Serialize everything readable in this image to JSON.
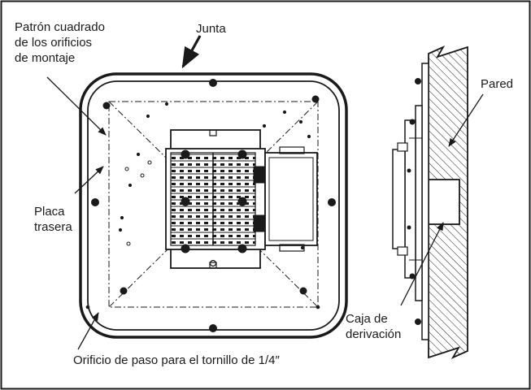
{
  "labels": {
    "mounting_pattern": [
      "Patrón cuadrado",
      "de los orificios",
      "de montaje"
    ],
    "gasket": "Junta",
    "backplate": [
      "Placa",
      "trasera"
    ],
    "wall": "Pared",
    "junction_box": [
      "Caja de",
      "derivación"
    ],
    "through_hole": "Orificio de paso para el tornillo de 1/4″"
  },
  "colors": {
    "line": "#1a1a1a",
    "background": "#ffffff"
  }
}
